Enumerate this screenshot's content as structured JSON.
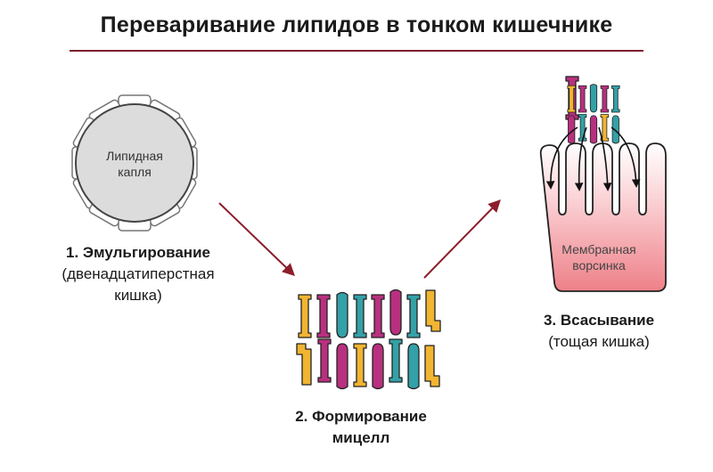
{
  "title": "Переваривание липидов в тонком кишечнике",
  "droplet_label_line1": "Липидная",
  "droplet_label_line2": "капля",
  "villus_label_line1": "Мембранная",
  "villus_label_line2": "ворсинка",
  "stages": [
    {
      "heading": "1. Эмульгирование",
      "sub_line1": "(двенадцатиперстная",
      "sub_line2": "кишка)"
    },
    {
      "heading_line1": "2. Формирование",
      "heading_line2": "мицелл"
    },
    {
      "heading": "3. Всасывание",
      "sub_line1": "(тощая кишка)"
    }
  ],
  "colors": {
    "accent": "#7d1f2d",
    "arrow": "#8c1e2c",
    "droplet": "#dcdcdc",
    "micelle_orange": "#f1b531",
    "micelle_magenta": "#b8307f",
    "micelle_teal": "#33a1a7",
    "villus_top": "#ffffff",
    "villus_bottom": "#ee8088"
  }
}
